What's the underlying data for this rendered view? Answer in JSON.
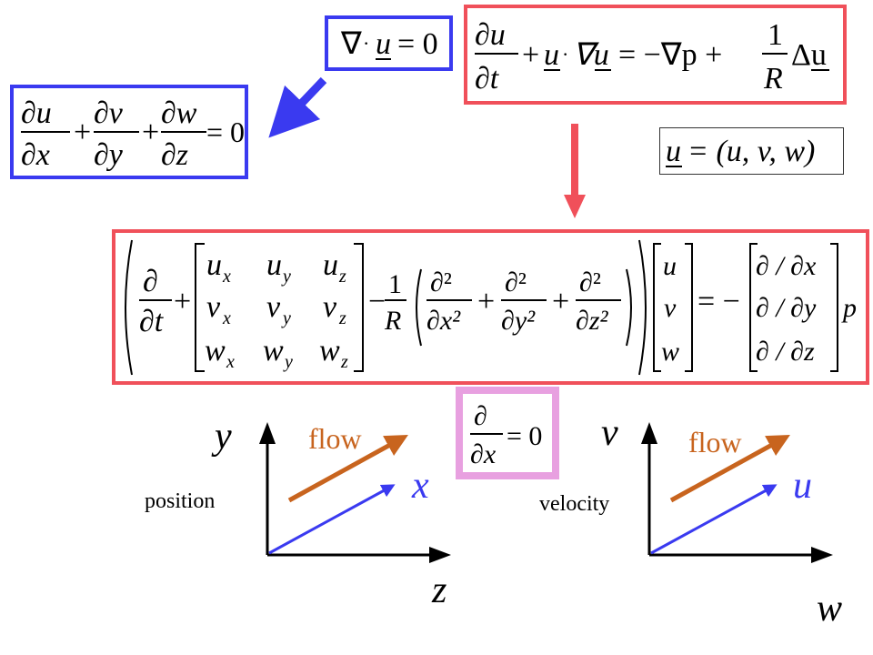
{
  "equations": {
    "continuity_vector": {
      "nabla": "∇",
      "dot": "·",
      "u": "u",
      "rhs": "= 0"
    },
    "continuity_components": {
      "du": "∂u",
      "dx": "∂x",
      "dv": "∂v",
      "dy": "∂y",
      "dw": "∂w",
      "dz": "∂z",
      "plus": "+",
      "rhs": "= 0"
    },
    "momentum": {
      "du": "∂u",
      "dt": "∂t",
      "plus": "+",
      "u": "u",
      "dot": "·",
      "nabla_u": "∇u",
      "eq": "= −∇p +",
      "one": "1",
      "R": "R",
      "delta_u": "Δu"
    },
    "velocity_def": {
      "u": "u",
      "rhs": "= (u, v, w)"
    },
    "matrix_eq": {
      "d": "∂",
      "dt": "∂t",
      "plus": "+",
      "jacobian": [
        [
          "u",
          "x",
          "u",
          "y",
          "u",
          "z"
        ],
        [
          "v",
          "x",
          "v",
          "y",
          "v",
          "z"
        ],
        [
          "w",
          "x",
          "w",
          "y",
          "w",
          "z"
        ]
      ],
      "minus": "−",
      "one": "1",
      "R": "R",
      "d2": "∂²",
      "dx2": "∂x²",
      "dy2": "∂y²",
      "dz2": "∂z²",
      "vec": [
        "u",
        "v",
        "w"
      ],
      "eq": "= −",
      "grad": [
        "∂ / ∂x",
        "∂ / ∂y",
        "∂ / ∂z"
      ],
      "p": "p"
    },
    "x_derivative": {
      "d": "∂",
      "dx": "∂x",
      "rhs": "= 0"
    }
  },
  "position_plot": {
    "y_label": "y",
    "x_label": "x",
    "z_label": "z",
    "flow_label": "flow",
    "caption": "position"
  },
  "velocity_plot": {
    "v_label": "v",
    "u_label": "u",
    "w_label": "w",
    "flow_label": "flow",
    "caption": "velocity"
  },
  "colors": {
    "blue": "#3a3af0",
    "red": "#f0505a",
    "orange": "#c8641e",
    "pink": "#e8a0e0"
  }
}
